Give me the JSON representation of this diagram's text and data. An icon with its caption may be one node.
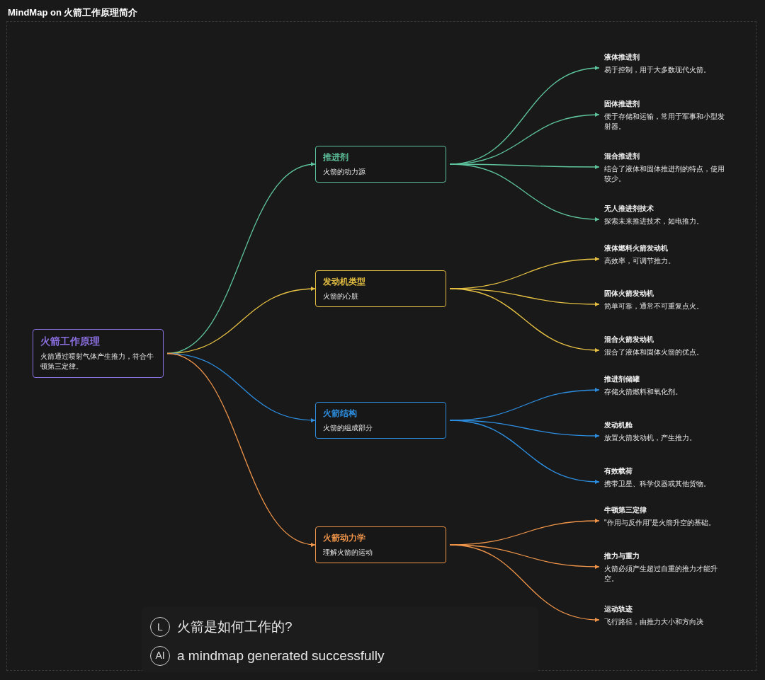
{
  "diagram": {
    "title": "MindMap on 火箭工作原理简介",
    "nodes": [
      {
        "text": [
          "火箭工作原理",
          "火箭通过喷射气体产生推力，符合牛顿第三定律。"
        ]
      },
      {
        "text": [
          "推进剂",
          "火箭的动力源"
        ]
      },
      {
        "text": [
          "液体推进剂",
          "易于控制，用于大多数现代火箭。"
        ]
      },
      {
        "text": [
          "固体推进剂",
          "便于存储和运输，常用于军事和小型发射器。"
        ]
      },
      {
        "text": [
          "混合推进剂",
          "结合了液体和固体推进剂的特点，使用较少。"
        ]
      },
      {
        "text": [
          "无人推进剂技术",
          "探索未来推进技术，如电推力。"
        ]
      },
      {
        "text": [
          "发动机类型",
          "火箭的心脏"
        ]
      },
      {
        "text": [
          "液体燃料火箭发动机",
          "高效率，可调节推力。"
        ]
      },
      {
        "text": [
          "固体火箭发动机",
          "简单可靠，通常不可重复点火。"
        ]
      },
      {
        "text": [
          "混合火箭发动机",
          "混合了液体和固体火箭的优点。"
        ]
      },
      {
        "text": [
          "火箭结构",
          "火箭的组成部分"
        ]
      },
      {
        "text": [
          "推进剂储罐",
          "存储火箭燃料和氧化剂。"
        ]
      },
      {
        "text": [
          "发动机舱",
          "放置火箭发动机，产生推力。"
        ]
      },
      {
        "text": [
          "有效载荷",
          "携带卫星、科学仪器或其他货物。"
        ]
      },
      {
        "text": [
          "火箭动力学",
          "理解火箭的运动"
        ]
      },
      {
        "text": [
          "牛顿第三定律",
          "\"作用与反作用\"是火箭升空的基础。"
        ]
      },
      {
        "text": [
          "推力与重力",
          "火箭必须产生超过自重的推力才能升空。"
        ]
      },
      {
        "text": [
          "运动轨迹",
          "飞行路径，由推力大小和方向决"
        ]
      }
    ],
    "edges": [
      {
        "from": 0,
        "to": 1,
        "arrow": "to",
        "color": "#5ec49d"
      },
      {
        "from": 0,
        "to": 6,
        "arrow": "to",
        "color": "#e6c043"
      },
      {
        "from": 0,
        "to": 10,
        "arrow": "to",
        "color": "#2d8ee0"
      },
      {
        "from": 0,
        "to": 14,
        "arrow": "to",
        "color": "#f0954a"
      },
      {
        "from": 1,
        "to": 2,
        "arrow": "to",
        "color": "#5ec49d"
      },
      {
        "from": 1,
        "to": 3,
        "arrow": "to",
        "color": "#5ec49d"
      },
      {
        "from": 1,
        "to": 4,
        "arrow": "to",
        "color": "#5ec49d"
      },
      {
        "from": 1,
        "to": 5,
        "arrow": "to",
        "color": "#5ec49d"
      },
      {
        "from": 6,
        "to": 7,
        "arrow": "to",
        "color": "#e6c043"
      },
      {
        "from": 6,
        "to": 8,
        "arrow": "to",
        "color": "#e6c043"
      },
      {
        "from": 6,
        "to": 9,
        "arrow": "to",
        "color": "#e6c043"
      },
      {
        "from": 10,
        "to": 11,
        "arrow": "to",
        "color": "#2d8ee0"
      },
      {
        "from": 10,
        "to": 12,
        "arrow": "to",
        "color": "#2d8ee0"
      },
      {
        "from": 10,
        "to": 13,
        "arrow": "to",
        "color": "#2d8ee0"
      },
      {
        "from": 14,
        "to": 15,
        "arrow": "to",
        "color": "#f0954a"
      },
      {
        "from": 14,
        "to": 16,
        "arrow": "to",
        "color": "#f0954a"
      },
      {
        "from": 14,
        "to": 17,
        "arrow": "to",
        "color": "#f0954a"
      }
    ],
    "labels": [
      "L",
      "火箭是如何工作的?",
      "AI",
      "a mindmap generated successfully"
    ]
  }
}
